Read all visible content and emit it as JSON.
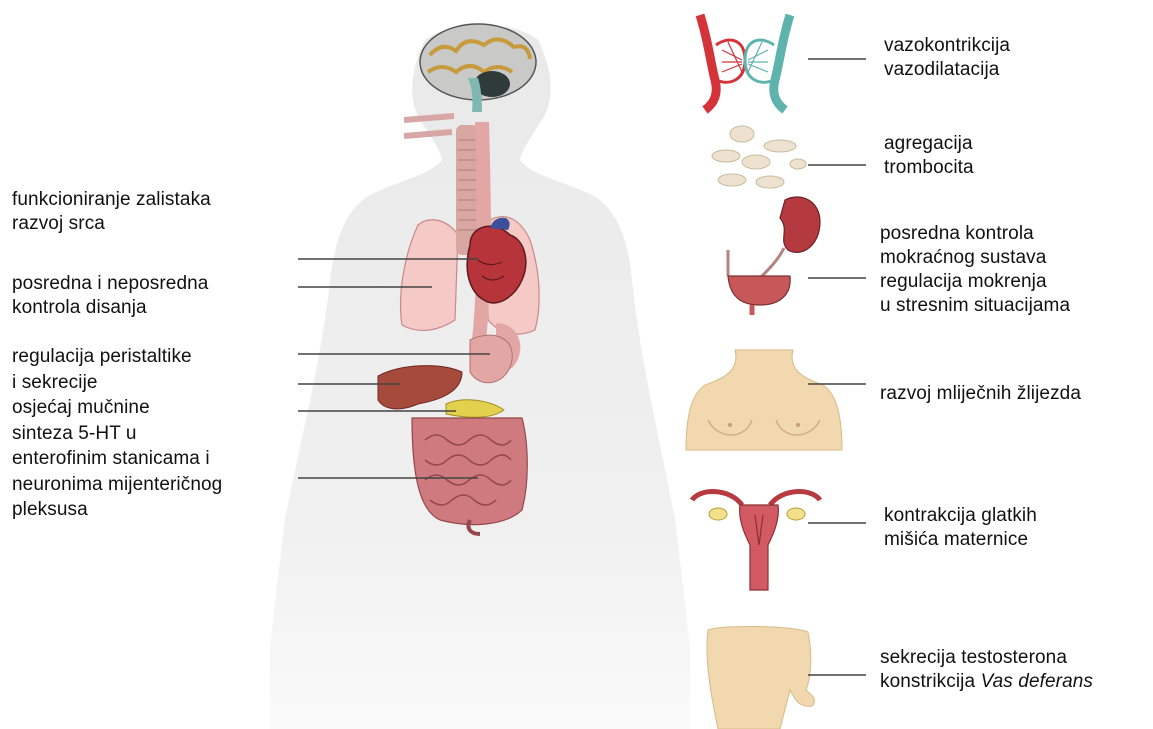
{
  "left_labels": [
    {
      "lines": [
        "funkcioniranje zalistaka",
        "razvoj srca"
      ]
    },
    {
      "lines": [
        "posredna i neposredna",
        "kontrola disanja"
      ]
    },
    {
      "lines": [
        "regulacija peristaltike",
        "i sekrecije",
        "osjećaj mučnine",
        "sinteza 5-HT u",
        "enterofinim stanicama i",
        "neuronima mijenteričnog",
        "pleksusa"
      ]
    }
  ],
  "right_labels": [
    {
      "lines": [
        "vazokontrikcija",
        "vazodilatacija"
      ]
    },
    {
      "lines": [
        "agregacija",
        "trombocita"
      ]
    },
    {
      "lines": [
        "posredna kontrola",
        "mokraćnog sustava",
        "regulacija mokrenja",
        "u stresnim situacijama"
      ]
    },
    {
      "lines": [
        "razvoj mliječnih žlijezda"
      ]
    },
    {
      "lines": [
        "kontrakcija glatkih",
        "mišića maternice"
      ]
    },
    {
      "lines": [
        "sekrecija testosterona"
      ],
      "line2_prefix": "konstrikcija ",
      "line2_italic": "Vas deferans"
    }
  ],
  "colors": {
    "body_silhouette": "#eeeeee",
    "organ_red": "#c0464a",
    "organ_pink": "#efb7b5",
    "skin": "#f3dcb4",
    "artery": "#d4333a",
    "vein": "#5fb3ad",
    "brain_gray": "#8a8d8a",
    "leader_line": "#444444"
  }
}
